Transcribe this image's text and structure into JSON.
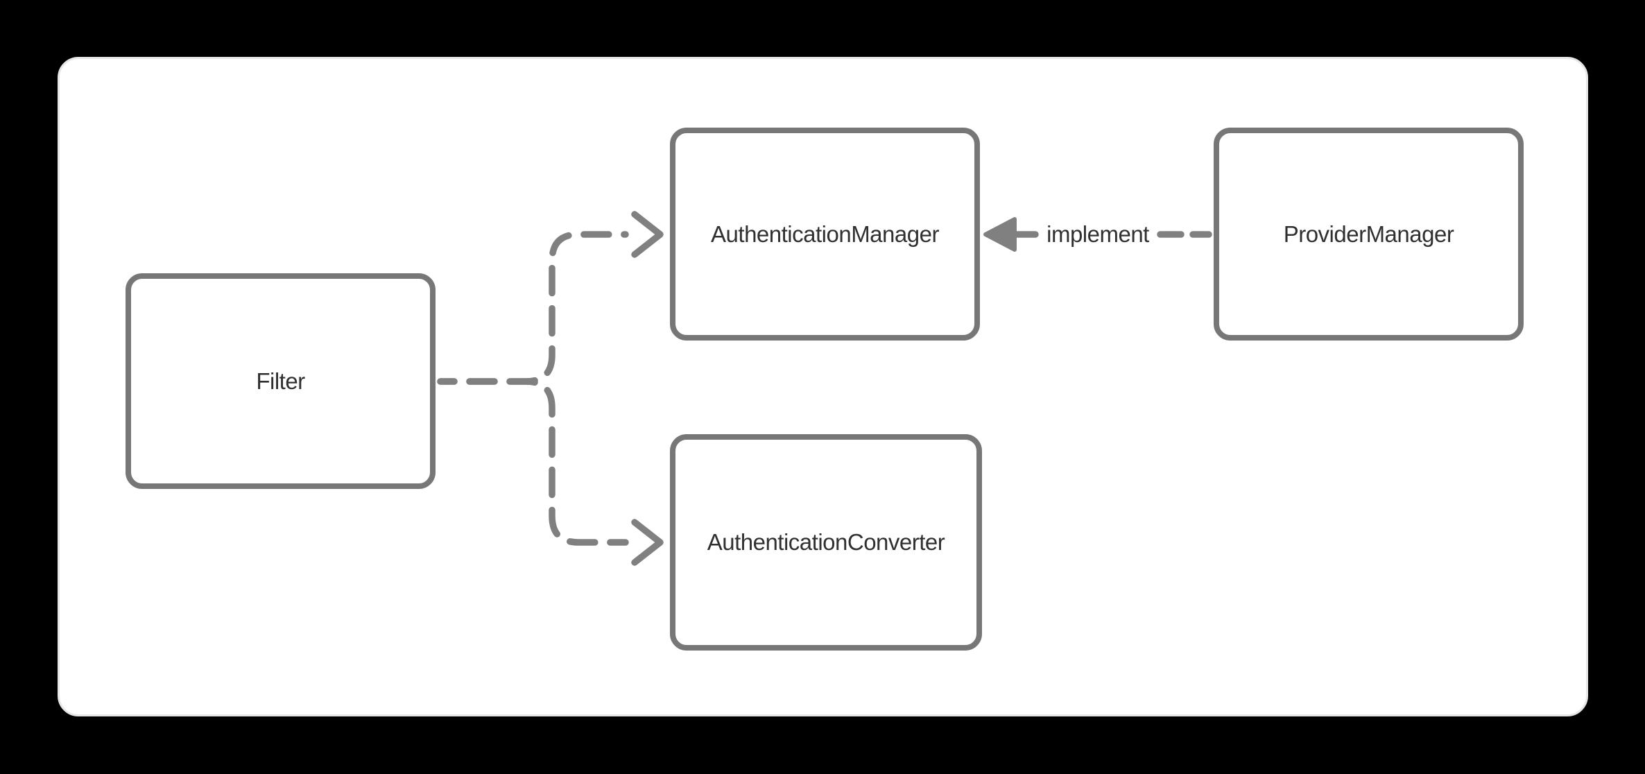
{
  "canvas": {
    "background_color": "#000000"
  },
  "card": {
    "background_color": "#ffffff",
    "border_color": "#e6e6e6"
  },
  "style": {
    "node_stroke_color": "#777777",
    "edge_stroke_color": "#808080",
    "label_text_color": "#303030",
    "edge_style": "dashed"
  },
  "nodes": {
    "filter": {
      "label": "Filter"
    },
    "authentication_manager": {
      "label": "AuthenticationManager"
    },
    "authentication_converter": {
      "label": "AuthenticationConverter"
    },
    "provider_manager": {
      "label": "ProviderManager"
    }
  },
  "edges": {
    "filter_to_authentication_manager": {
      "from": "Filter",
      "to": "AuthenticationManager",
      "style": "dashed",
      "arrowhead": "open-chevron",
      "label": ""
    },
    "filter_to_authentication_converter": {
      "from": "Filter",
      "to": "AuthenticationConverter",
      "style": "dashed",
      "arrowhead": "open-chevron",
      "label": ""
    },
    "provider_manager_to_authentication_manager": {
      "from": "ProviderManager",
      "to": "AuthenticationManager",
      "style": "dashed",
      "arrowhead": "filled-triangle",
      "label": "implement"
    }
  }
}
